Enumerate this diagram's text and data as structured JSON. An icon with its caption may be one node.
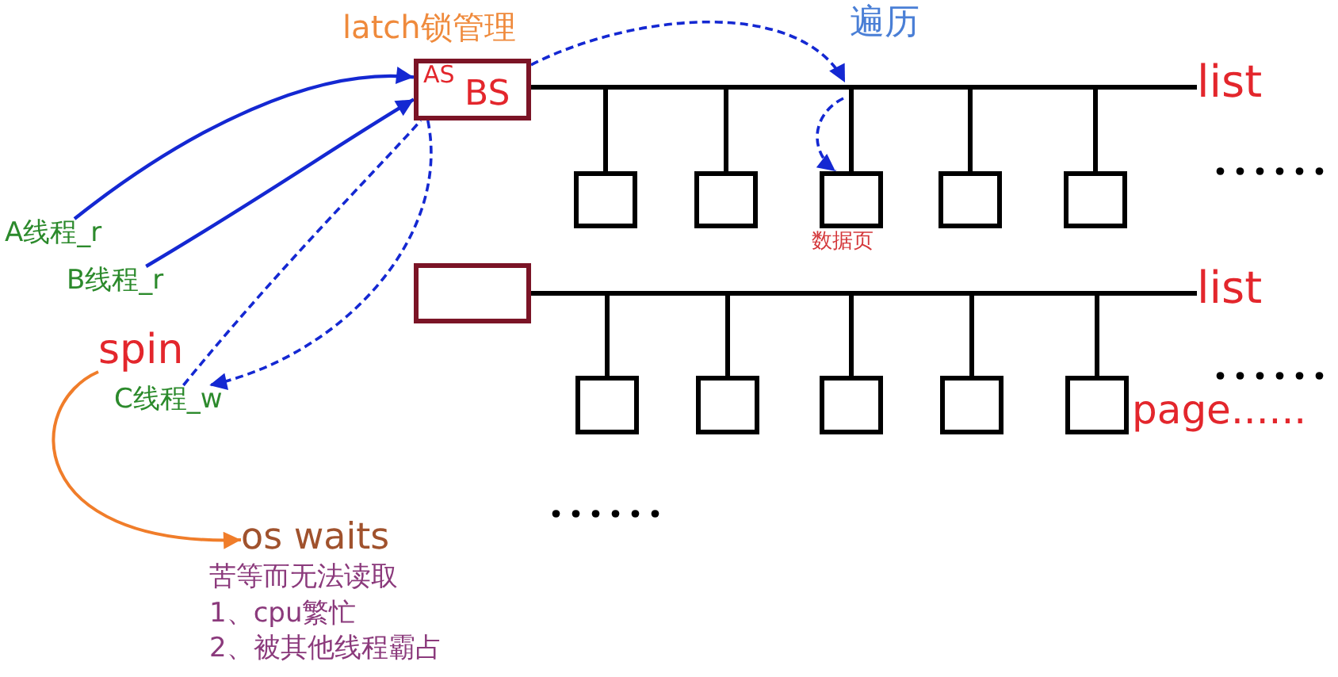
{
  "diagram": {
    "nodes": [
      {
        "text": [
          "latch锁管理",
          "AS",
          "BS"
        ]
      },
      {
        "text": [
          "list"
        ]
      },
      {
        "text": [],
        "shape": "box"
      },
      {
        "text": [],
        "shape": "box"
      },
      {
        "text": [],
        "shape": "box",
        "beside": [
          "数据页"
        ]
      },
      {
        "text": [],
        "shape": "box"
      },
      {
        "text": [],
        "shape": "box"
      },
      {
        "text": [
          "A线程_r"
        ]
      },
      {
        "text": [
          "B线程_r"
        ]
      },
      {
        "text": [],
        "shape": "box"
      },
      {
        "text": [
          "list"
        ]
      },
      {
        "text": [
          "spin"
        ]
      },
      {
        "text": [
          "C线程_w"
        ]
      },
      {
        "text": [],
        "shape": "box"
      },
      {
        "text": [],
        "shape": "box"
      },
      {
        "text": [],
        "shape": "box"
      },
      {
        "text": [],
        "shape": "box"
      },
      {
        "text": [],
        "shape": "box"
      },
      {
        "text": [
          "os waits"
        ],
        "beside": [
          "苦等而无法读取",
          "1、cpu繁忙",
          "2、被其他线程霸占"
        ]
      }
    ],
    "edges": [
      {
        "from": 7,
        "to": 0,
        "arrow": "to",
        "color": "#1428d2"
      },
      {
        "from": 8,
        "to": 0,
        "arrow": "to",
        "color": "#1428d2"
      },
      {
        "from": 12,
        "to": 0,
        "arrow": "none",
        "style": "dashed",
        "color": "#1428d2"
      },
      {
        "from": 0,
        "to": 12,
        "arrow": "to",
        "style": "dashed",
        "color": "#1428d2"
      },
      {
        "from": 0,
        "to": null,
        "arrow": "to",
        "label": "遍历",
        "style": "dashed",
        "color": "#1428d2"
      },
      {
        "from": null,
        "to": 4,
        "arrow": "to",
        "style": "dashed",
        "color": "#1428d2"
      },
      {
        "from": 11,
        "to": 18,
        "arrow": "to",
        "color": "#f07d2a"
      },
      {
        "from": 0,
        "to": 2,
        "arrow": "none"
      },
      {
        "from": 0,
        "to": 3,
        "arrow": "none"
      },
      {
        "from": 0,
        "to": 4,
        "arrow": "none"
      },
      {
        "from": 0,
        "to": 5,
        "arrow": "none"
      },
      {
        "from": 0,
        "to": 6,
        "arrow": "none"
      },
      {
        "from": 0,
        "to": 1,
        "arrow": "none"
      },
      {
        "from": 9,
        "to": 13,
        "arrow": "none"
      },
      {
        "from": 9,
        "to": 14,
        "arrow": "none"
      },
      {
        "from": 9,
        "to": 15,
        "arrow": "none"
      },
      {
        "from": 9,
        "to": 16,
        "arrow": "none"
      },
      {
        "from": 9,
        "to": 17,
        "arrow": "none"
      },
      {
        "from": 9,
        "to": 10,
        "arrow": "none"
      }
    ],
    "labels": [
      "......",
      "......",
      "page......",
      "......"
    ]
  }
}
